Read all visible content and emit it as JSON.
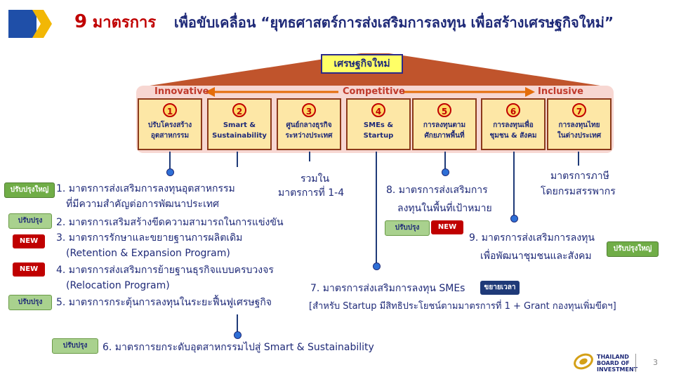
{
  "header": {
    "number": "9",
    "main": "มาตรการ",
    "subtitle": "เพื่อขับเคลื่อน “ยุทธศาสตร์การส่งเสริมการลงทุน เพื่อสร้างเศรษฐกิจใหม่”"
  },
  "roof_label": "เศรษฐกิจใหม่",
  "axis": {
    "left": "Innovative",
    "center": "Competitive",
    "right": "Inclusive"
  },
  "pillars": [
    {
      "num": "1",
      "line1": "ปรับโครงสร้าง",
      "line2": "อุตสาหกรรม"
    },
    {
      "num": "2",
      "line1": "Smart &",
      "line2": "Sustainability"
    },
    {
      "num": "3",
      "line1": "ศูนย์กลางธุรกิจ",
      "line2": "ระหว่างประเทศ"
    },
    {
      "num": "4",
      "line1": "SMEs &",
      "line2": "Startup"
    },
    {
      "num": "5",
      "line1": "การลงทุนตาม",
      "line2": "ศักยภาพพื้นที่"
    },
    {
      "num": "6",
      "line1": "การลงทุนเพื่อ",
      "line2": "ชุมชน & สังคม"
    },
    {
      "num": "7",
      "line1": "การลงทุนไทย",
      "line2": "ในต่างประเทศ"
    }
  ],
  "notes": {
    "p3_line1": "รวมใน",
    "p3_line2": "มาตรการที่ 1-4",
    "p7_line1": "มาตรการภาษี",
    "p7_line2": "โดยกรมสรรพากร"
  },
  "measures": {
    "m1_l1": "1. มาตรการส่งเสริมการลงทุนอุตสาหกรรม",
    "m1_l2": "ที่มีความสำคัญต่อการพัฒนาประเทศ",
    "m2": "2. มาตรการเสริมสร้างขีดความสามารถในการแข่งขัน",
    "m3_l1": "3. มาตรการรักษาและขยายฐานการผลิตเดิม",
    "m3_l2": "(Retention & Expansion Program)",
    "m4_l1": "4. มาตรการส่งเสริมการย้ายฐานธุรกิจแบบครบวงจร",
    "m4_l2": "(Relocation Program)",
    "m5": "5. มาตรการกระตุ้นการลงทุนในระยะฟื้นฟูเศรษฐกิจ",
    "m6": "6. มาตรการยกระดับอุตสาหกรรมไปสู่ Smart & Sustainability",
    "m7_l1": "7. มาตรการส่งเสริมการลงทุน SMEs",
    "m7_l2": "[สำหรับ Startup มีสิทธิประโยชน์ตามมาตรการที่ 1 + Grant กองทุนเพิ่มขีดฯ]",
    "m8_l1": "8. มาตรการส่งเสริมการ",
    "m8_l2": "ลงทุนในพื้นที่เป้าหมาย",
    "m9_l1": "9. มาตรการส่งเสริมการลงทุน",
    "m9_l2": "เพื่อพัฒนาชุมชนและสังคม"
  },
  "tags": {
    "major": "ปรับปรุงใหญ่",
    "improve": "ปรับปรุง",
    "new": "NEW",
    "extend": "ขยายเวลา"
  },
  "logo": {
    "l1": "THAILAND",
    "l2": "BOARD OF",
    "l3": "INVESTMENT"
  },
  "page_number": "3",
  "colors": {
    "red": "#c00000",
    "navy": "#1f2a78",
    "yellow_box": "#fde7a6",
    "band": "#f7d7d2",
    "orange_arrow": "#e46c0a"
  }
}
